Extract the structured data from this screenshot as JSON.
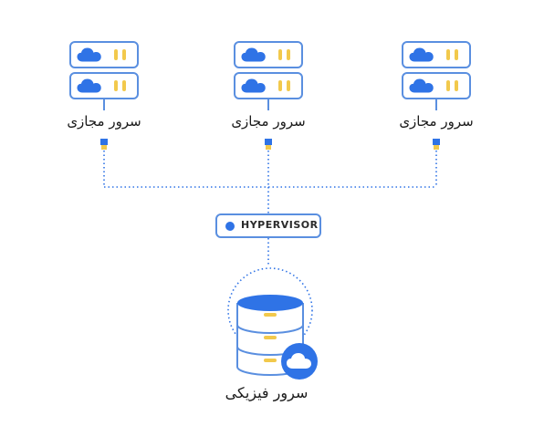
{
  "virtual_servers": [
    {
      "label": "سرور مجازی"
    },
    {
      "label": "سرور مجازی"
    },
    {
      "label": "سرور مجازی"
    }
  ],
  "hypervisor": {
    "label": "HYPERVISOR"
  },
  "physical_server": {
    "label": "سرور فیزیکی"
  },
  "colors": {
    "outline": "#5a8fe0",
    "cloud": "#2f73e6",
    "indicator": "#f2c94c",
    "connector": "#2f73e6",
    "connector_port": "#f2c94c"
  }
}
